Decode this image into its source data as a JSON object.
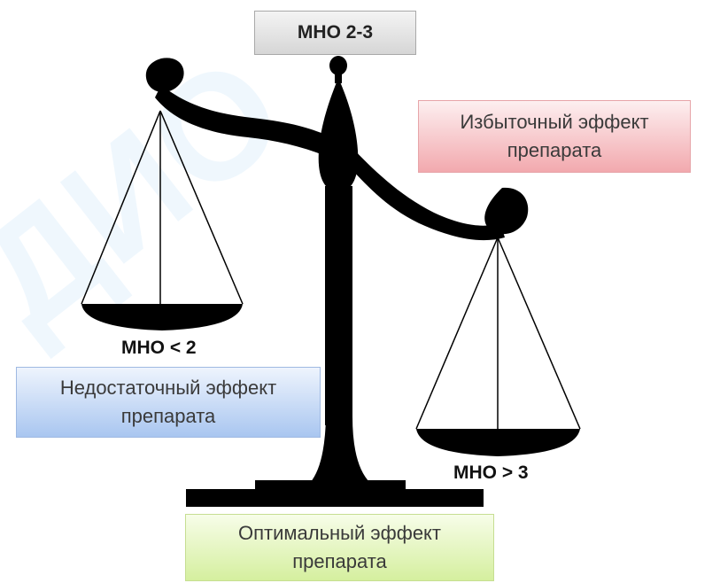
{
  "labels": {
    "top": "МНО 2-3",
    "left_pan": "МНО < 2",
    "right_pan": "МНО > 3"
  },
  "boxes": {
    "right": {
      "line1": "Избыточный эффект",
      "line2": "препарата"
    },
    "left": {
      "line1": "Недостаточный эффект",
      "line2": "препарата"
    },
    "bottom": {
      "line1": "Оптимальный эффект",
      "line2": "препарата"
    }
  },
  "watermark": "ДИО",
  "colors": {
    "scale": "#000000",
    "top_box": "#d9d9d9",
    "right_box": "#f2a9ae",
    "left_box": "#a9c6f0",
    "bottom_box": "#d5ef9f"
  }
}
